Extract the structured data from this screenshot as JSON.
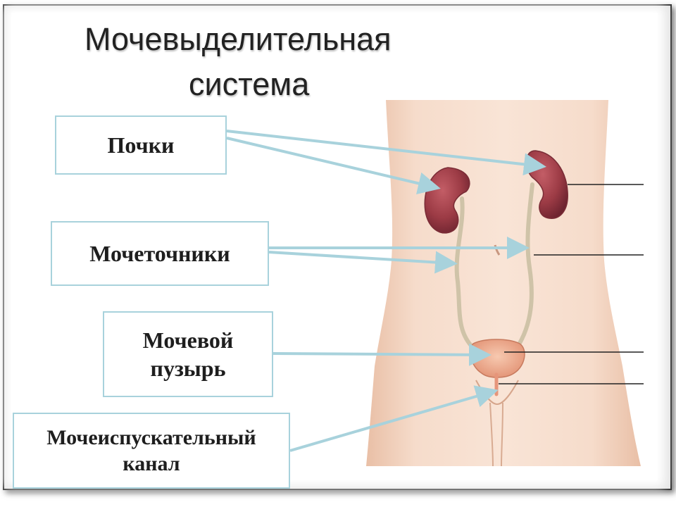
{
  "title": {
    "line1": "Мочевыделительная",
    "line2": "система"
  },
  "labels": {
    "kidneys": "Почки",
    "ureters": "Мочеточники",
    "bladder_line1": "Мочевой",
    "bladder_line2": "пузырь",
    "urethra_line1": "Мочеиспускательный",
    "urethra_line2": "канал"
  },
  "colors": {
    "arrow": "#a8d2dc",
    "skin": "#f3d6c3",
    "kidney": "#9c3b45",
    "ureter": "#cfc3a8",
    "bladder": "#e9a486",
    "leader_line": "#222222"
  }
}
